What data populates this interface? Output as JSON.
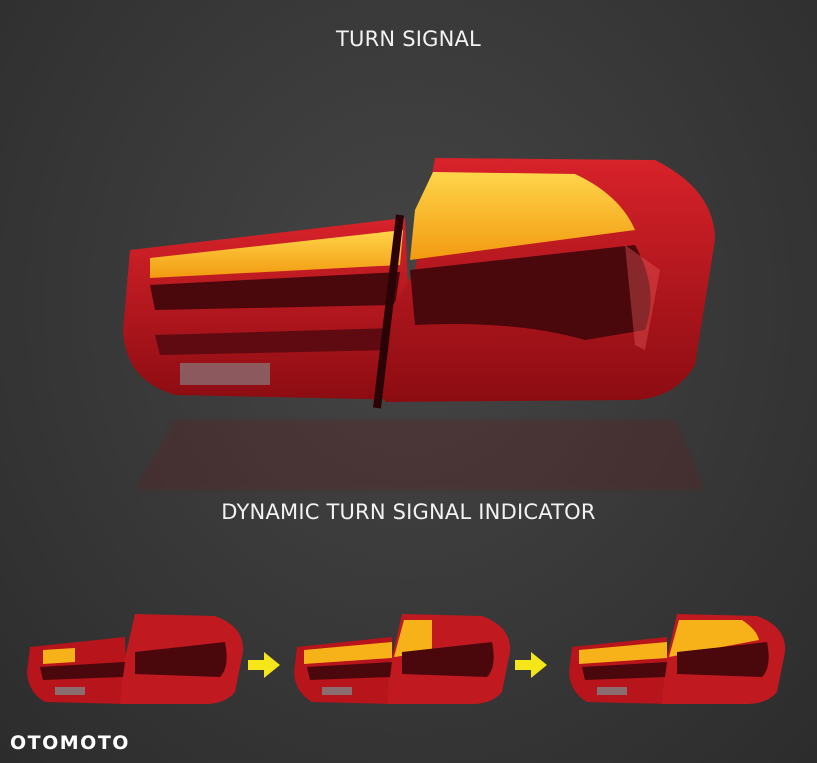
{
  "headings": {
    "top": "TURN SIGNAL",
    "middle": "DYNAMIC TURN SIGNAL INDICATOR"
  },
  "main_image": {
    "subject": "LED tail lamp, turn signal lit (amber)",
    "colors": {
      "red": "#c0141a",
      "dark_red": "#5a0a10",
      "amber": "#f7b21a",
      "background": "#3a3a3a"
    }
  },
  "sequence": [
    {
      "step": 1,
      "state": "inner amber segment partially lit"
    },
    {
      "step": 2,
      "state": "inner bar and outer top partially lit"
    },
    {
      "step": 3,
      "state": "inner bar and outer top fully lit"
    }
  ],
  "arrows": {
    "color": "#f5e61a",
    "icon": "arrow-right-icon"
  },
  "watermark": "OTOMOTO"
}
